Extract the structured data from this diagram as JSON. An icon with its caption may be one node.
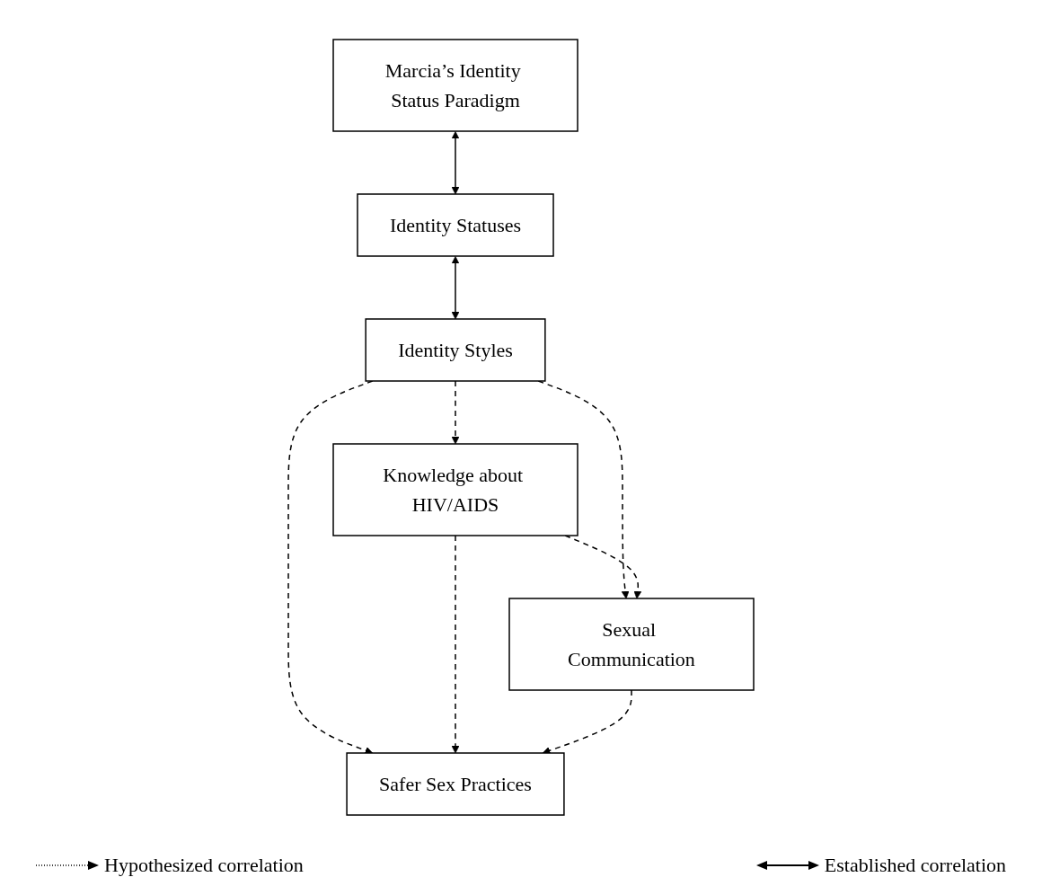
{
  "diagram": {
    "nodes": [
      {
        "text": [
          "Marcia’s Identity Status Paradigm"
        ]
      },
      {
        "text": [
          "Identity Statuses"
        ]
      },
      {
        "text": [
          "Identity Styles"
        ]
      },
      {
        "text": [
          "Knowledge about HIV/AIDS"
        ]
      },
      {
        "text": [
          "Sexual Communication"
        ]
      },
      {
        "text": [
          "Safer Sex Practices"
        ]
      }
    ],
    "edges": [
      {
        "from": 0,
        "to": 1,
        "arrow": "both"
      },
      {
        "from": 1,
        "to": 2,
        "arrow": "both"
      },
      {
        "from": 2,
        "to": 3,
        "arrow": "to",
        "style": "dashed"
      },
      {
        "from": 2,
        "to": 5,
        "arrow": "to",
        "style": "dashed"
      },
      {
        "from": 2,
        "to": 4,
        "arrow": "to",
        "style": "dashed"
      },
      {
        "from": 3,
        "to": 4,
        "arrow": "to",
        "style": "dashed"
      },
      {
        "from": 3,
        "to": 5,
        "arrow": "to",
        "style": "dashed"
      },
      {
        "from": 4,
        "to": 5,
        "arrow": "to",
        "style": "dashed"
      }
    ],
    "legend": [
      {
        "text": "Hypothesized correlation"
      },
      {
        "text": "Established correlation"
      }
    ]
  }
}
